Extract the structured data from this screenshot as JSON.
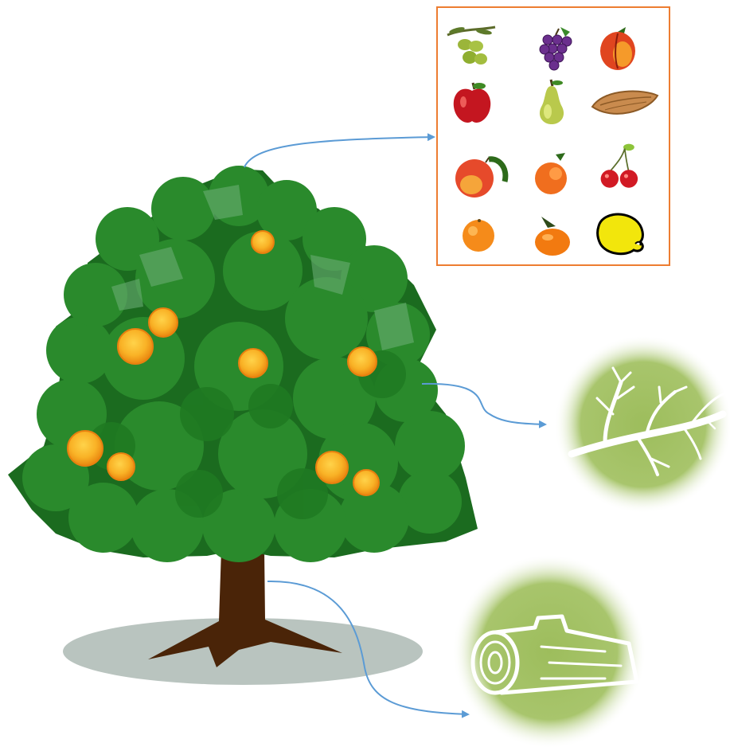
{
  "diagram": {
    "parts": [
      {
        "id": "fruits",
        "icon": "fruit-collection"
      },
      {
        "id": "branches",
        "icon": "branch-icon"
      },
      {
        "id": "trunk",
        "icon": "log-icon"
      }
    ],
    "fruits": [
      "olives",
      "grapes",
      "peach",
      "apple",
      "pear",
      "almond",
      "nectarine",
      "apricot",
      "cherries",
      "orange",
      "mandarin",
      "lemon"
    ]
  },
  "colors": {
    "canopy_dark": "#1b6b1f",
    "canopy_mid": "#2a8a2c",
    "canopy_light": "#5fa86a",
    "orange_fruit": "#f7a21b",
    "trunk": "#4a2408",
    "shadow": "#b9c4bf",
    "arrow": "#5b9bd5",
    "box_border": "#ed7d31",
    "badge_green": "#a3c264"
  }
}
